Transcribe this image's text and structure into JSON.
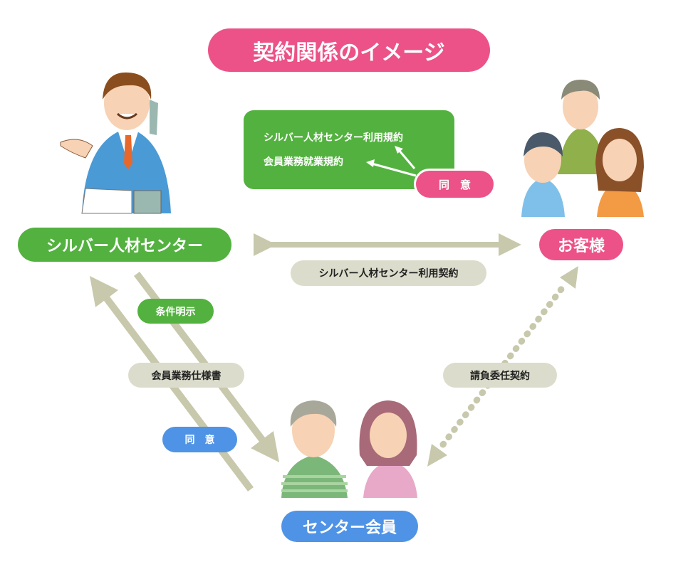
{
  "title": "契約関係のイメージ",
  "rules_box": {
    "line1": "シルバー人材センター利用規約",
    "line2": "会員業務就業規約",
    "consent": "同　意"
  },
  "nodes": {
    "center": "シルバー人材センター",
    "customer": "お客様",
    "member": "センター会員"
  },
  "relations": {
    "center_customer": "シルバー人材センター利用契約",
    "conditions": "条件明示",
    "spec": "会員業務仕様書",
    "member_consent": "同　意",
    "contract": "請負委任契約"
  },
  "colors": {
    "pink": "#ec5287",
    "green": "#53b23f",
    "blue": "#4f93e6",
    "gray": "#dcdccc",
    "arrow": "#c8c8ac"
  }
}
